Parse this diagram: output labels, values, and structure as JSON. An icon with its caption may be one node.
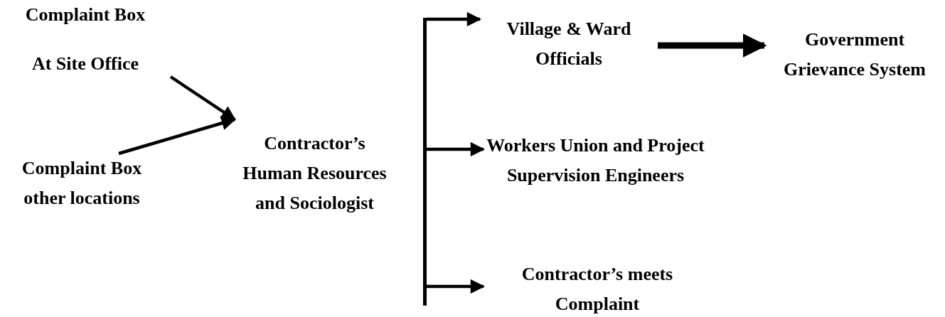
{
  "diagram": {
    "nodes": [
      {
        "text": [
          "Complaint Box",
          "At Site Office"
        ]
      },
      {
        "text": [
          "Complaint Box other locations"
        ]
      },
      {
        "text": [
          "Contractor’s Human Resources and Sociologist"
        ]
      },
      {
        "text": [],
        "shape": "bar"
      },
      {
        "text": [
          "Village & Ward Officials"
        ]
      },
      {
        "text": [
          "Government Grievance System"
        ]
      },
      {
        "text": [
          "Workers Union and Project Supervision Engineers"
        ]
      },
      {
        "text": [
          "Contractor’s meets Complaint"
        ]
      }
    ],
    "edges": [
      {
        "from": 0,
        "to": 2,
        "arrow": "to"
      },
      {
        "from": 1,
        "to": 2,
        "arrow": "to"
      },
      {
        "from": 3,
        "to": 4,
        "arrow": "to"
      },
      {
        "from": 3,
        "to": 6,
        "arrow": "to"
      },
      {
        "from": 3,
        "to": 7,
        "arrow": "to"
      },
      {
        "from": 4,
        "to": 5,
        "arrow": "to",
        "style": "thick"
      }
    ]
  }
}
